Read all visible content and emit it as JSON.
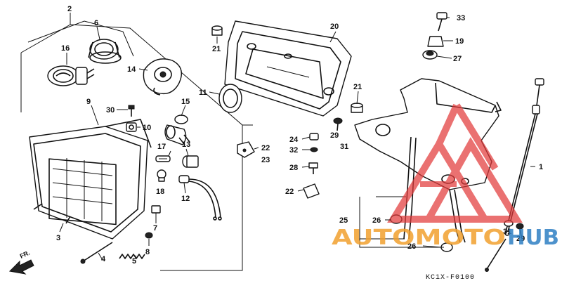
{
  "diagram": {
    "callouts": [
      {
        "id": "c2",
        "text": "2"
      },
      {
        "id": "c6",
        "text": "6"
      },
      {
        "id": "c16",
        "text": "16"
      },
      {
        "id": "c14",
        "text": "14"
      },
      {
        "id": "c9",
        "text": "9"
      },
      {
        "id": "c30",
        "text": "30"
      },
      {
        "id": "c10",
        "text": "10"
      },
      {
        "id": "c15",
        "text": "15"
      },
      {
        "id": "c11",
        "text": "11"
      },
      {
        "id": "c21a",
        "text": "21"
      },
      {
        "id": "c20",
        "text": "20"
      },
      {
        "id": "c33",
        "text": "33"
      },
      {
        "id": "c19",
        "text": "19"
      },
      {
        "id": "c27",
        "text": "27"
      },
      {
        "id": "c21b",
        "text": "21"
      },
      {
        "id": "c17",
        "text": "17"
      },
      {
        "id": "c13",
        "text": "13"
      },
      {
        "id": "c18",
        "text": "18"
      },
      {
        "id": "c12",
        "text": "12"
      },
      {
        "id": "c22a",
        "text": "22"
      },
      {
        "id": "c23",
        "text": "23"
      },
      {
        "id": "c24",
        "text": "24"
      },
      {
        "id": "c32",
        "text": "32"
      },
      {
        "id": "c29a",
        "text": "29"
      },
      {
        "id": "c31a",
        "text": "31"
      },
      {
        "id": "c28",
        "text": "28"
      },
      {
        "id": "c22b",
        "text": "22"
      },
      {
        "id": "c1",
        "text": "1"
      },
      {
        "id": "c7",
        "text": "7"
      },
      {
        "id": "c3",
        "text": "3"
      },
      {
        "id": "c8",
        "text": "8"
      },
      {
        "id": "c4",
        "text": "4"
      },
      {
        "id": "c5",
        "text": "5"
      },
      {
        "id": "c25",
        "text": "25"
      },
      {
        "id": "c26a",
        "text": "26"
      },
      {
        "id": "c26b",
        "text": "26"
      },
      {
        "id": "c31b",
        "text": "31"
      },
      {
        "id": "c29b",
        "text": "29"
      }
    ],
    "direction_label": "FR.",
    "drawing_code": "KC1X-F0100"
  },
  "watermark": {
    "text_left": "AUTOMOTO",
    "text_right": "HUB",
    "color_left": "#f2a12e",
    "color_right": "#2f7fc4",
    "logo_color": "#e23b3b"
  }
}
